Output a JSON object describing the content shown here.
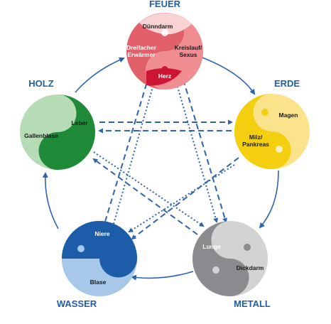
{
  "colors": {
    "arrow": "#2e63ae",
    "feuer": {
      "light": "#f08d92",
      "mid": "#e2606a",
      "dark": "#cc1634",
      "pale": "#f9d3d3"
    },
    "erde": {
      "light": "#fbe38c",
      "dark": "#f3cf0f",
      "pale": "#fdf0c0"
    },
    "metall": {
      "light": "#d2d3d5",
      "dark": "#8a8b8e"
    },
    "wasser": {
      "light": "#a8c8ea",
      "dark": "#1d5ca8"
    },
    "holz": {
      "light": "#b5dcb5",
      "dark": "#1f8a38"
    }
  },
  "elements": {
    "feuer": {
      "title": "FEUER",
      "organs": [
        "Dünndarm",
        "Dreifacher",
        "Erwärmer",
        "Kreislauf/",
        "Sexus",
        "Herz"
      ]
    },
    "erde": {
      "title": "ERDE",
      "organs": [
        "Magen",
        "Milz/",
        "Pankreas"
      ]
    },
    "metall": {
      "title": "METALL",
      "organs": [
        "Lunge",
        "Dickdarm"
      ]
    },
    "wasser": {
      "title": "WASSER",
      "organs": [
        "Niere",
        "Blase"
      ]
    },
    "holz": {
      "title": "HOLZ",
      "organs": [
        "Leber",
        "Gallenblase"
      ]
    }
  }
}
